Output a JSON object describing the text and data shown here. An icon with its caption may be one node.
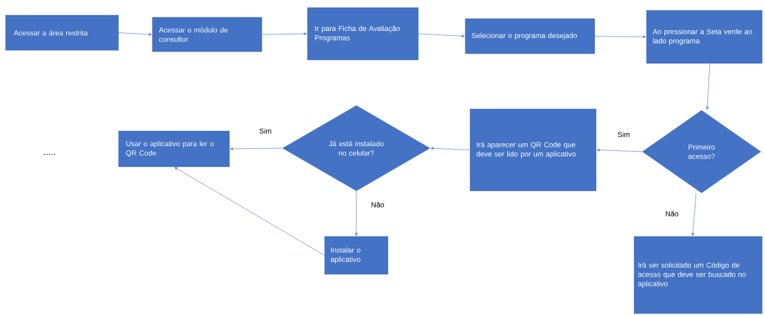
{
  "diagram": {
    "nodes": [
      {
        "text": [
          "Acessar a área restrita"
        ]
      },
      {
        "text": [
          "Acessar o módulo de consultor"
        ]
      },
      {
        "text": [
          "Ir para Ficha de Avaliação Programas"
        ]
      },
      {
        "text": [
          "Selecionar o programa desejado"
        ]
      },
      {
        "text": [
          "Ao pressionar a Seta verde ao lado programa"
        ]
      },
      {
        "text": [
          "Primeiro acesso?"
        ]
      },
      {
        "text": [
          "Irá aparecer um QR Code que deve ser lido por um aplicativo"
        ]
      },
      {
        "text": [
          "Já está instalado no celular?"
        ]
      },
      {
        "text": [
          "Usar o aplicativo para ler o QR Code"
        ]
      },
      {
        "text": [
          "Instalar o aplicativo"
        ]
      },
      {
        "text": [
          "Irá ser solicitado um Código de acesso que deve ser buscado no aplicativo"
        ]
      }
    ],
    "edges": [
      {
        "from": 0,
        "to": 1,
        "arrow": "to"
      },
      {
        "from": 1,
        "to": 2,
        "arrow": "to"
      },
      {
        "from": 2,
        "to": 3,
        "arrow": "to"
      },
      {
        "from": 3,
        "to": 4,
        "arrow": "to"
      },
      {
        "from": 4,
        "to": 5,
        "arrow": "to"
      },
      {
        "from": 5,
        "to": 6,
        "arrow": "to",
        "label": "Sim"
      },
      {
        "from": 6,
        "to": 7,
        "arrow": "to"
      },
      {
        "from": 7,
        "to": 8,
        "arrow": "to",
        "label": "Sim"
      },
      {
        "from": 7,
        "to": 9,
        "arrow": "to",
        "label": "Não"
      },
      {
        "from": 9,
        "to": 8,
        "arrow": "to"
      },
      {
        "from": 5,
        "to": 10,
        "arrow": "to",
        "label": "Não"
      }
    ],
    "labels": [
      "....."
    ]
  }
}
